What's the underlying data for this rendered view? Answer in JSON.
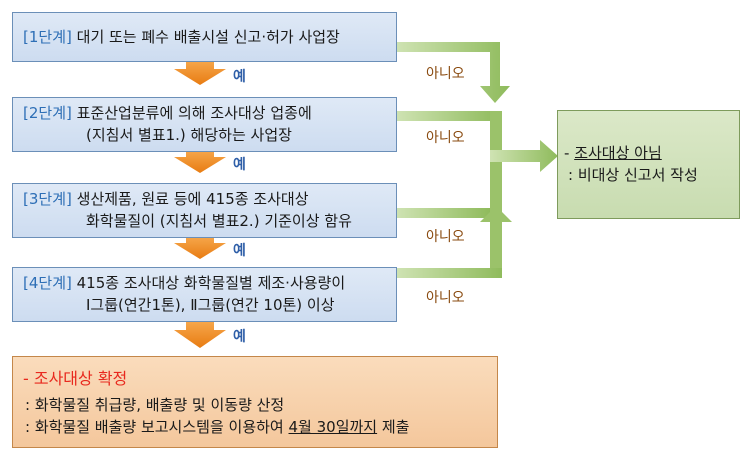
{
  "steps": [
    {
      "tag": "[1단계]",
      "line1": "대기 또는 폐수 배출시설 신고·허가 사업장",
      "line2": ""
    },
    {
      "tag": "[2단계]",
      "line1": "표준산업분류에 의해 조사대상 업종에",
      "line2": "(지침서 별표1.) 해당하는 사업장"
    },
    {
      "tag": "[3단계]",
      "line1": "생산제품, 원료 등에 415종 조사대상",
      "line2": "화학물질이 (지침서 별표2.) 기준이상 함유"
    },
    {
      "tag": "[4단계]",
      "line1": "415종 조사대상 화학물질별 제조·사용량이",
      "line2": "Ⅰ그룹(연간1톤), Ⅱ그룹(연간 10톤) 이상"
    }
  ],
  "yes_label": "예",
  "no_label": "아니오",
  "not_target": {
    "line1_prefix": "- ",
    "line1_underlined": "조사대상 아님",
    "line2": " : 비대상 신고서 작성"
  },
  "confirmed": {
    "title": "- 조사대상 확정",
    "line1": " : 화학물질 취급량, 배출량 및 이동량 산정",
    "line2_before": " : 화학물질 배출량 보고시스템을 이용하여 ",
    "line2_underlined": "4월 30일까지",
    "line2_after": " 제출"
  },
  "colors": {
    "step_box": "#cddcf0",
    "step_tag": "#2e6fb6",
    "yes_arrow": "#f08c1e",
    "no_arrow": "#9bc26a",
    "result_box": "#c8dcb0",
    "final_box": "#f4c79c",
    "final_title": "#e8291e"
  }
}
